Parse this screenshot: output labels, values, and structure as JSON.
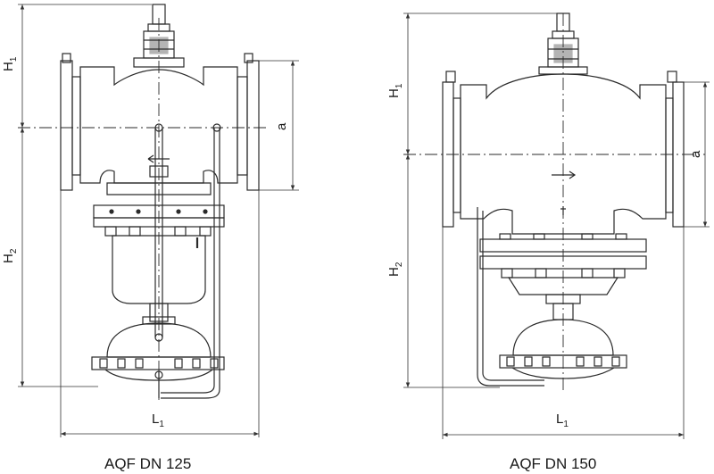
{
  "figures": [
    {
      "caption": "AQF DN 125",
      "dimensions": {
        "h1": "H",
        "h1_sub": "1",
        "h2": "H",
        "h2_sub": "2",
        "l1": "L",
        "l1_sub": "1",
        "a": "a"
      }
    },
    {
      "caption": "AQF DN 150",
      "dimensions": {
        "h1": "H",
        "h1_sub": "1",
        "h2": "H",
        "h2_sub": "2",
        "l1": "L",
        "l1_sub": "1",
        "a": "a"
      }
    }
  ],
  "colors": {
    "line": "#2a2a2a",
    "dim_line": "#333333",
    "background": "#ffffff"
  }
}
